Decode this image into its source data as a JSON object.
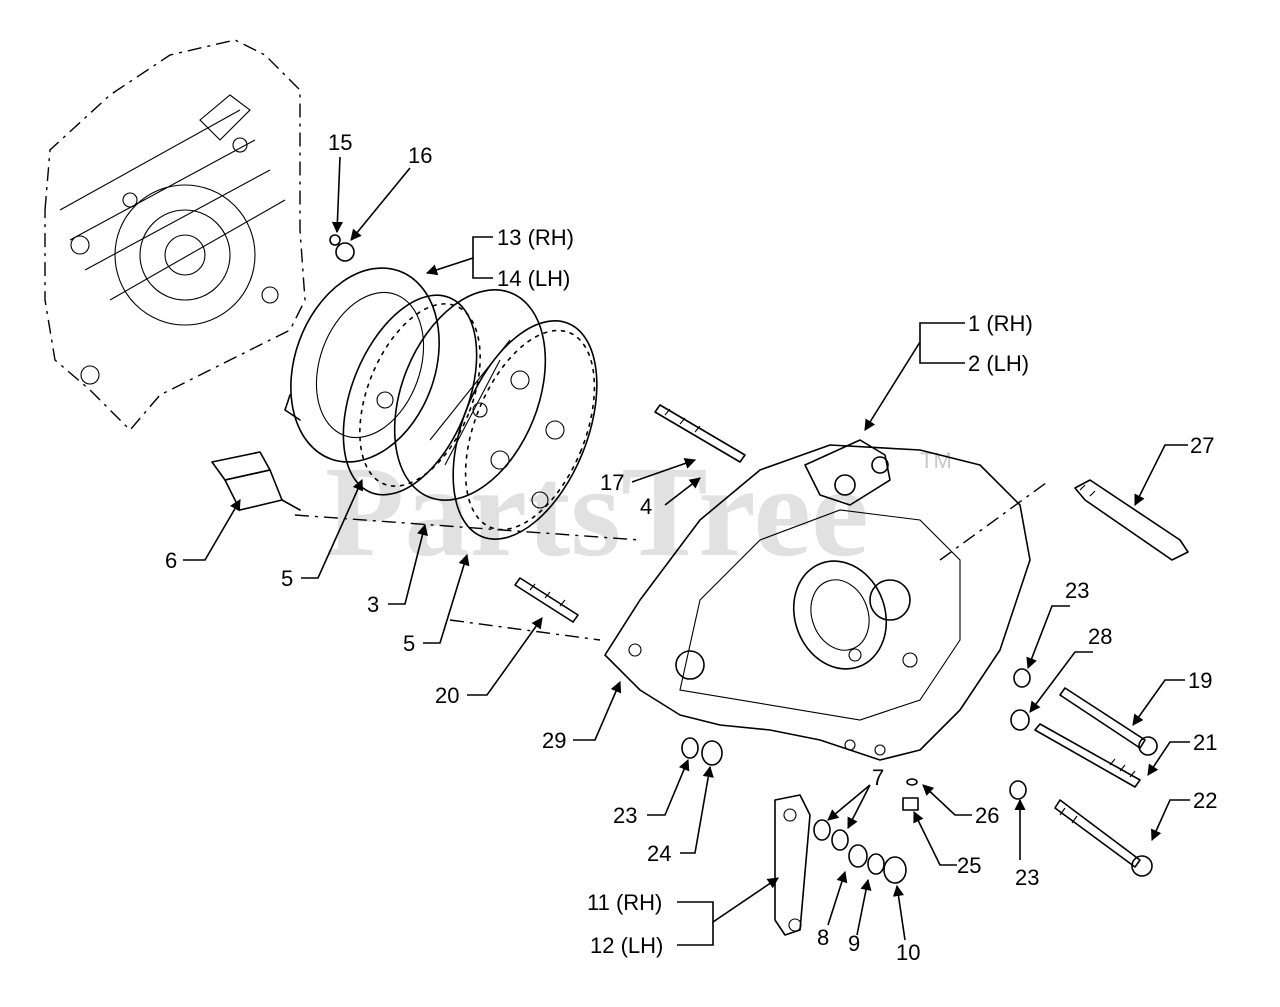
{
  "watermark": {
    "text": "PartsTree",
    "tm": "TM"
  },
  "callouts": [
    {
      "id": "c15",
      "label": "15"
    },
    {
      "id": "c16",
      "label": "16"
    },
    {
      "id": "c13",
      "label": "13 (RH)"
    },
    {
      "id": "c14",
      "label": "14 (LH)"
    },
    {
      "id": "c1",
      "label": "1 (RH)"
    },
    {
      "id": "c2",
      "label": "2 (LH)"
    },
    {
      "id": "c27",
      "label": "27"
    },
    {
      "id": "c17",
      "label": "17"
    },
    {
      "id": "c4",
      "label": "4"
    },
    {
      "id": "c6",
      "label": "6"
    },
    {
      "id": "c5a",
      "label": "5"
    },
    {
      "id": "c3",
      "label": "3"
    },
    {
      "id": "c5b",
      "label": "5"
    },
    {
      "id": "c20",
      "label": "20"
    },
    {
      "id": "c29",
      "label": "29"
    },
    {
      "id": "c23a",
      "label": "23"
    },
    {
      "id": "c28",
      "label": "28"
    },
    {
      "id": "c19",
      "label": "19"
    },
    {
      "id": "c21",
      "label": "21"
    },
    {
      "id": "c22",
      "label": "22"
    },
    {
      "id": "c23b",
      "label": "23"
    },
    {
      "id": "c24",
      "label": "24"
    },
    {
      "id": "c7",
      "label": "7"
    },
    {
      "id": "c26",
      "label": "26"
    },
    {
      "id": "c25",
      "label": "25"
    },
    {
      "id": "c23c",
      "label": "23"
    },
    {
      "id": "c11",
      "label": "11 (RH)"
    },
    {
      "id": "c12",
      "label": "12 (LH)"
    },
    {
      "id": "c8",
      "label": "8"
    },
    {
      "id": "c9",
      "label": "9"
    },
    {
      "id": "c10",
      "label": "10"
    }
  ]
}
